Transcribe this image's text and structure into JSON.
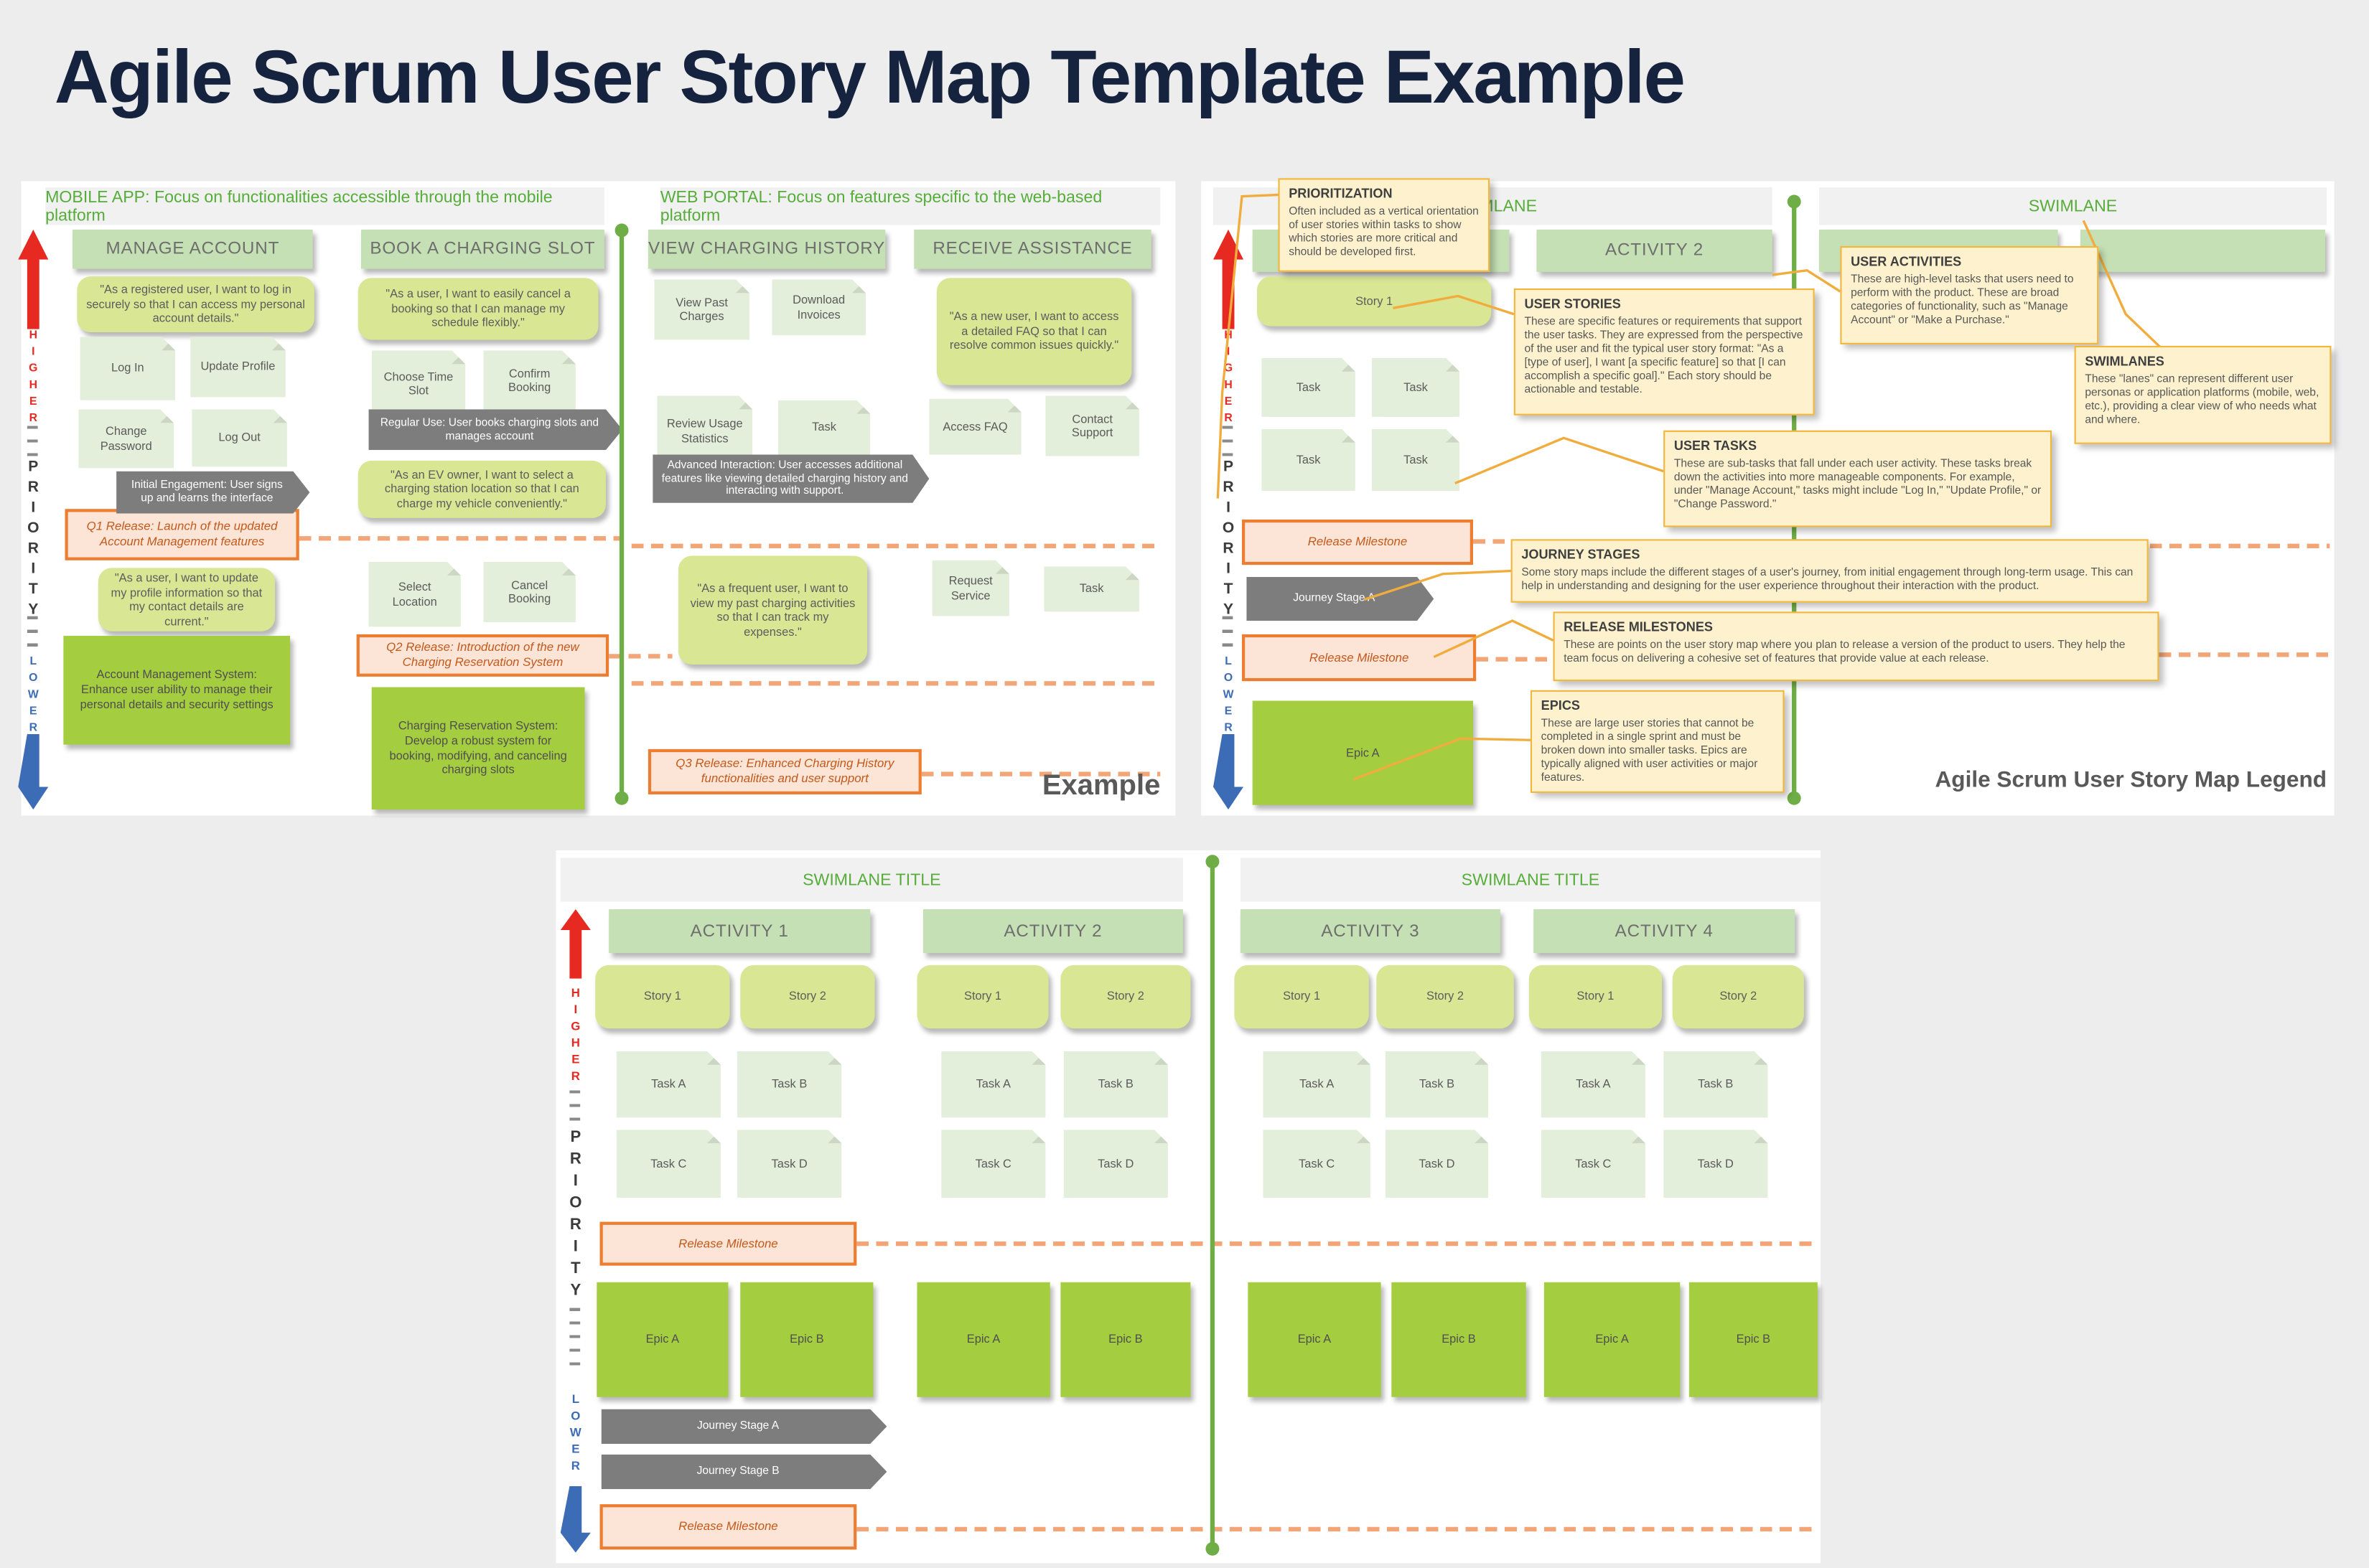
{
  "title": "Agile Scrum User Story Map Template Example",
  "axis": {
    "higher": "HIGHER",
    "priority": "PRIORITY",
    "lower": "LOWER"
  },
  "colors": {
    "accent_green": "#6fae47",
    "swimlane_text_green": "#56ad39",
    "activity_green": "#c5e0b4",
    "story_green": "#d9e694",
    "task_green": "#e3efda",
    "epic_green": "#a4cd40",
    "milestone_orange": "#ed7d31",
    "journey_gray": "#7d7d7d",
    "annotation_yellow": "#fdf2cd",
    "higher_red": "#e62a22",
    "lower_blue": "#3c6cb5",
    "title_navy": "#16233e"
  },
  "example": {
    "mobile_title": "MOBILE APP: Focus on functionalities accessible through the mobile platform",
    "web_title": "WEB PORTAL: Focus on features specific to the web-based platform",
    "label": "Example",
    "col1": {
      "header": "MANAGE ACCOUNT",
      "story1": "\"As a registered user, I want to log in securely so that I can access my personal account details.\"",
      "tasks": [
        "Log In",
        "Update Profile",
        "Change Password",
        "Log Out"
      ],
      "journey": "Initial Engagement: User signs up and learns the interface",
      "release": "Q1 Release: Launch of the updated Account Management features",
      "story2": "\"As a user, I want to update my profile information so that my contact details are current.\"",
      "epic": "Account Management System: Enhance user ability to manage their personal details and security settings"
    },
    "col2": {
      "header": "BOOK A CHARGING SLOT",
      "story1": "\"As a user, I want to easily cancel a booking so that I can manage my schedule flexibly.\"",
      "tasks": [
        "Choose Time Slot",
        "Confirm Booking",
        "Select Location",
        "Cancel Booking"
      ],
      "journey": "Regular Use: User books charging slots and manages account",
      "story2": "\"As an EV owner, I want to select a charging station location so that I can charge my vehicle conveniently.\"",
      "release": "Q2 Release: Introduction of the new Charging Reservation System",
      "epic": "Charging Reservation System: Develop a robust system for booking, modifying, and canceling charging slots"
    },
    "col3": {
      "header": "VIEW CHARGING HISTORY",
      "tasks": [
        "View Past Charges",
        "Download Invoices",
        "Review Usage Statistics",
        "Task"
      ],
      "journey": "Advanced Interaction: User accesses additional features like viewing detailed charging history and interacting with support.",
      "story": "\"As a frequent user, I want to view my past charging activities so that I can track my expenses.\"",
      "release": "Q3 Release: Enhanced Charging History functionalities and user support"
    },
    "col4": {
      "header": "RECEIVE ASSISTANCE",
      "story": "\"As a new user, I want to access a detailed FAQ so that I can resolve common issues quickly.\"",
      "tasks": [
        "Access FAQ",
        "Contact Support",
        "Request Service",
        "Task"
      ]
    }
  },
  "legend": {
    "swimlane": "SWIMLANE",
    "activity2": "ACTIVITY 2",
    "story": "Story 1",
    "task": "Task",
    "release_milestone": "Release Milestone",
    "journey_stage": "Journey Stage A",
    "epic": "Epic A",
    "caption": "Agile Scrum User Story Map Legend",
    "annotations": {
      "prioritization": {
        "title": "PRIORITIZATION",
        "body": "Often included as a vertical orientation of user stories within tasks to show which stories are more critical and should be developed first."
      },
      "user_stories": {
        "title": "USER STORIES",
        "body": "These are specific features or requirements that support the user tasks. They are expressed from the perspective of the user and fit the typical user story format: \"As a [type of user], I want [a specific feature] so that [I can accomplish a specific goal].\" Each story should be actionable and testable."
      },
      "user_tasks": {
        "title": "USER TASKS",
        "body": "These are sub-tasks that fall under each user activity. These tasks break down the activities into more manageable components. For example, under \"Manage Account,\" tasks might include \"Log In,\" \"Update Profile,\" or \"Change Password.\""
      },
      "journey_stages": {
        "title": "JOURNEY STAGES",
        "body": "Some story maps include the different stages of a user's journey, from initial engagement through long-term usage. This can help in understanding and designing for the user experience throughout their interaction with the product."
      },
      "release_milestones": {
        "title": "RELEASE MILESTONES",
        "body": "These are points on the user story map where you plan to release a version of the product to users. They help the team focus on delivering a cohesive set of features that provide value at each release."
      },
      "epics": {
        "title": "EPICS",
        "body": "These are large user stories that cannot be completed in a single sprint and must be broken down into smaller tasks. Epics are typically aligned with user activities or major features."
      },
      "user_activities": {
        "title": "USER ACTIVITIES",
        "body": "These are high-level tasks that users need to perform with the product. These are broad categories of functionality, such as \"Manage Account\" or \"Make a Purchase.\""
      },
      "swimlanes": {
        "title": "SWIMLANES",
        "body": "These \"lanes\" can represent different user personas or application platforms (mobile, web, etc.), providing a clear view of who needs what and where."
      }
    }
  },
  "template": {
    "swimlane_title": "SWIMLANE TITLE",
    "activities": [
      "ACTIVITY 1",
      "ACTIVITY 2",
      "ACTIVITY 3",
      "ACTIVITY 4"
    ],
    "story1": "Story 1",
    "story2": "Story 2",
    "task_a": "Task A",
    "task_b": "Task B",
    "task_c": "Task C",
    "task_d": "Task D",
    "epic_a": "Epic A",
    "epic_b": "Epic B",
    "journey_a": "Journey Stage A",
    "journey_b": "Journey Stage B",
    "release_milestone": "Release Milestone"
  }
}
